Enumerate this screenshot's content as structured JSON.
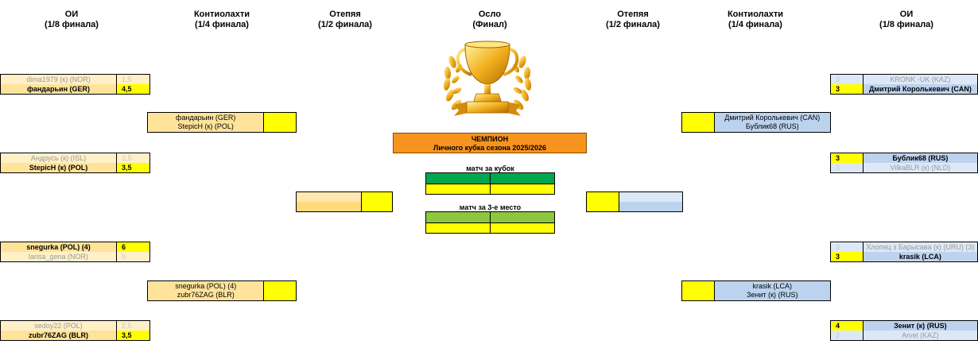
{
  "headers": {
    "r16_left": {
      "title": "ОИ",
      "sub": "(1/8 финала)"
    },
    "qf_left": {
      "title": "Контиолахти",
      "sub": "(1/4 финала)"
    },
    "sf_left": {
      "title": "Отепяя",
      "sub": "(1/2 финала)"
    },
    "final": {
      "title": "Осло",
      "sub": "(Финал)"
    },
    "sf_right": {
      "title": "Отепяя",
      "sub": "(1/2 финала)"
    },
    "qf_right": {
      "title": "Контиолахти",
      "sub": "(1/4 финала)"
    },
    "r16_right": {
      "title": "ОИ",
      "sub": "(1/8 финала)"
    }
  },
  "left_r16": [
    {
      "p1": "dima1979 (к) (NOR)",
      "s1": "1,5",
      "p2": "фандарьин (GER)",
      "s2": "4,5"
    },
    {
      "p1": "Андрусь (к) (ISL)",
      "s1": "2,5",
      "p2": "StepicH (к) (POL)",
      "s2": "3,5"
    },
    {
      "p1": "snegurka (POL) (4)",
      "s1": "6",
      "p2": "larisa_gena (NOR)",
      "s2": "0"
    },
    {
      "p1": "sedoy22 (POL)",
      "s1": "2,5",
      "p2": "zubr76ZAG (BLR)",
      "s2": "3,5"
    }
  ],
  "left_qf": [
    {
      "p1": "фандарьин (GER)",
      "p2": "StepicH (к) (POL)"
    },
    {
      "p1": "snegurka (POL) (4)",
      "p2": "zubr76ZAG (BLR)"
    }
  ],
  "right_r16": [
    {
      "p1": "KRONK -UK (KAZ)",
      "s1": "3",
      "p2": "Дмитрий Королькевич (CAN)",
      "s2": "3"
    },
    {
      "p1": "Бублик68 (RUS)",
      "s1": "3",
      "p2": "VilkaBLR (к) (NLD)",
      "s2": "3"
    },
    {
      "p1": "Хлопец з Барысава (к) (URU) (3)",
      "s1": "3",
      "p2": "krasik (LCA)",
      "s2": "3"
    },
    {
      "p1": "Зенит (к) (RUS)",
      "s1": "4",
      "p2": "Arvel (KAZ)",
      "s2": "2"
    }
  ],
  "right_qf": [
    {
      "p1": "Дмитрий Королькевич (CAN)",
      "p2": "Бублик68 (RUS)"
    },
    {
      "p1": "krasik (LCA)",
      "p2": "Зенит (к) (RUS)"
    }
  ],
  "champion": {
    "line1": "ЧЕМПИОН",
    "line2": "Личного кубка сезона 2025/2026"
  },
  "final_match": {
    "label": "матч за кубок"
  },
  "third_match": {
    "label": "матч за 3-е место"
  },
  "colors": {
    "yellow": "#ffff00",
    "orange": "#f7941d",
    "green_dark": "#00a650",
    "green_light": "#8dc63f",
    "left_bracket": "#ffe39a",
    "right_bracket": "#bcd3ef"
  }
}
